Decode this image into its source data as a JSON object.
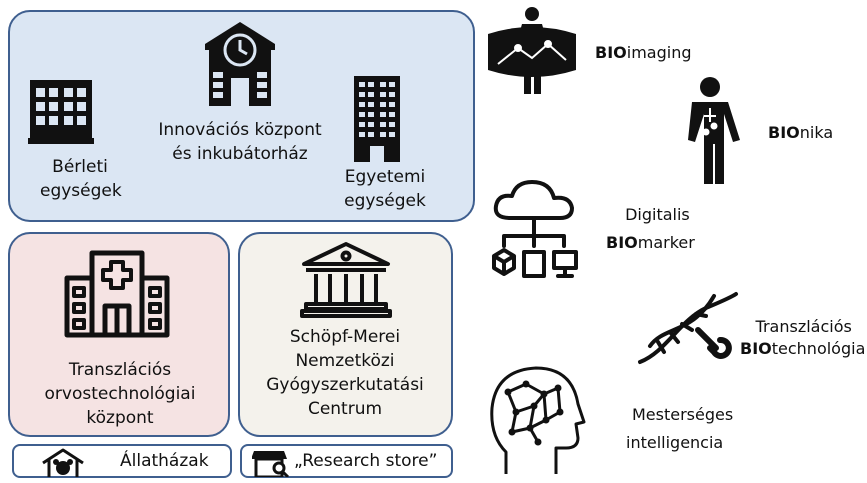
{
  "hub": {
    "rental": [
      "Bérleti",
      "egységek"
    ],
    "innovation": [
      "Innovációs központ",
      "és inkubátorház"
    ],
    "university": [
      "Egyetemi",
      "egységek"
    ]
  },
  "translational_center": [
    "Transzlációs",
    "orvostechnológiai",
    "központ"
  ],
  "drug_center": [
    "Schöpf-Merei",
    "Nemzetközi",
    "Gyógyszerkutatási",
    "Centrum"
  ],
  "animal_house": "Állatházak",
  "research_store": "„Research store”",
  "bio": [
    {
      "lines": [
        {
          "bold": "BIO",
          "rest": "imaging"
        }
      ],
      "icon": "vr-person-icon"
    },
    {
      "lines": [
        {
          "bold": "BIO",
          "rest": "nika"
        }
      ],
      "icon": "bionic-person-icon"
    },
    {
      "lines": [
        {
          "bold": "",
          "rest": "Digitalis"
        },
        {
          "bold": "BIO",
          "rest": "marker"
        }
      ],
      "icon": "cloud-network-icon"
    },
    {
      "lines": [
        {
          "bold": "",
          "rest": "Transzlációs"
        },
        {
          "bold": "BIO",
          "rest": "technológia"
        }
      ],
      "icon": "dna-wrench-icon"
    },
    {
      "lines": [
        {
          "bold": "",
          "rest": "Mesterséges"
        },
        {
          "bold": "",
          "rest": "intelligencia"
        }
      ],
      "icon": "ai-head-icon"
    }
  ]
}
